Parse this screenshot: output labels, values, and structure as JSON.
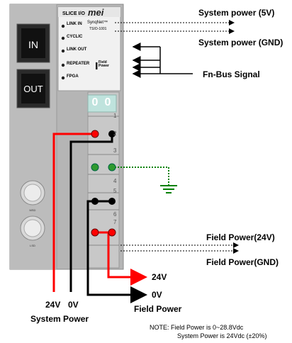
{
  "device": {
    "brand": "SLICE I/O",
    "logo": "mei",
    "model_line1": "SynqNet™",
    "model_line2": "TSIO-1001",
    "port_in": "IN",
    "port_out": "OUT",
    "leds": [
      "LINK IN",
      "CYCLIC",
      "LINK OUT",
      "REPEATER",
      "FPGA"
    ],
    "field_power_led_label": "Field Power",
    "display_digits": [
      "0",
      "0"
    ],
    "terminal_numbers": [
      "1",
      "2",
      "3",
      "4",
      "5",
      "6",
      "7"
    ],
    "dial_labels": [
      "MSD",
      "LSD"
    ]
  },
  "labels": {
    "system_power_5v": "System power (5V)",
    "system_power_gnd": "System power (GND)",
    "fn_bus_signal": "Fn-Bus Signal",
    "field_power_24v_arrow": "Field Power(24V)",
    "field_power_gnd_arrow": "Field Power(GND)",
    "wire_24v_right": "24V",
    "wire_0v_right": "0V",
    "field_power": "Field Power",
    "wire_24v_left": "24V",
    "wire_0v_left": "0V",
    "system_power": "System Power",
    "note_line1": "NOTE:  Field Power is 0~28.8Vdc",
    "note_line2": "System Power is 24Vdc (±20%)"
  },
  "colors": {
    "red_wire": "#ff0000",
    "black_wire": "#000000",
    "ground_wire": "#008000",
    "led_green": "#2f9a2f"
  }
}
